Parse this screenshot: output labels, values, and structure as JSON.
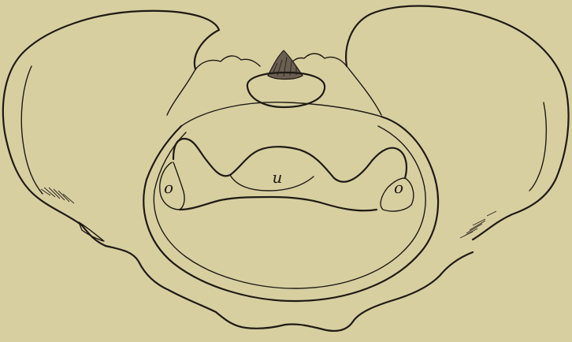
{
  "labels": {
    "center": "u",
    "left": "o",
    "right": "o"
  },
  "colors": {
    "paper": "#d8cfa1",
    "ink": "#1f1a14"
  }
}
